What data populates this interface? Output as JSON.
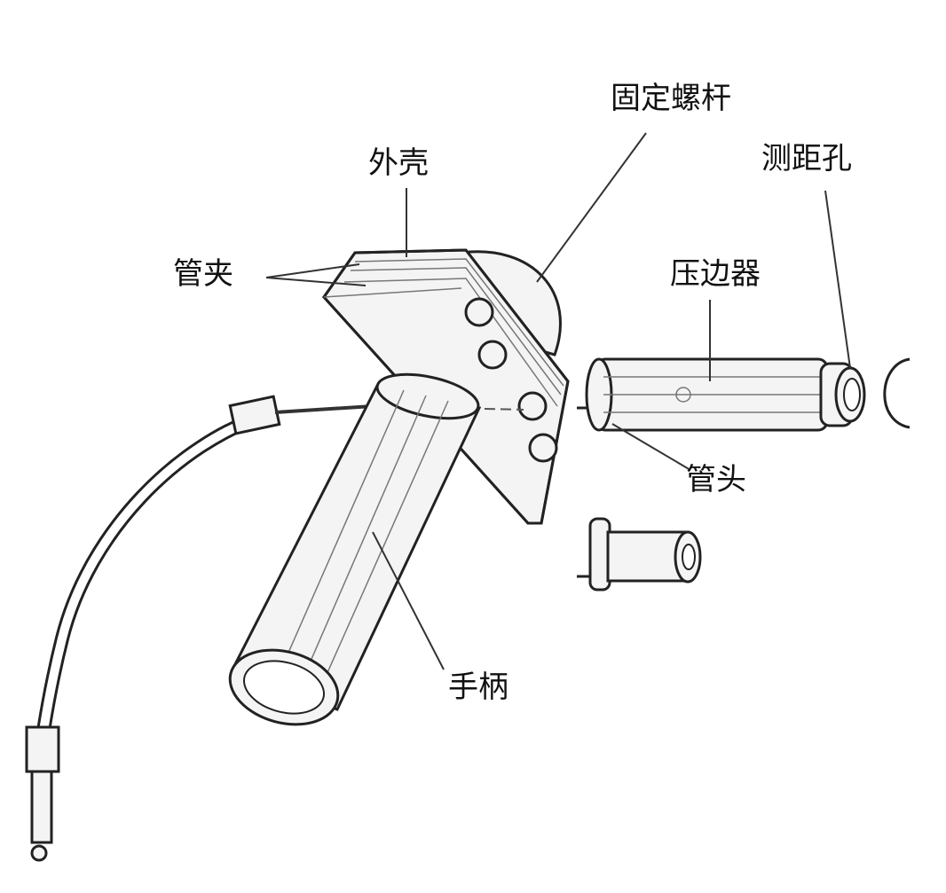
{
  "labels": {
    "fixing_screw": "固定螺杆",
    "ranging_hole": "测距孔",
    "housing": "外壳",
    "pipe_clamp": "管夹",
    "edge_presser": "压边器",
    "pipe_head": "管头",
    "handle": "手柄"
  }
}
